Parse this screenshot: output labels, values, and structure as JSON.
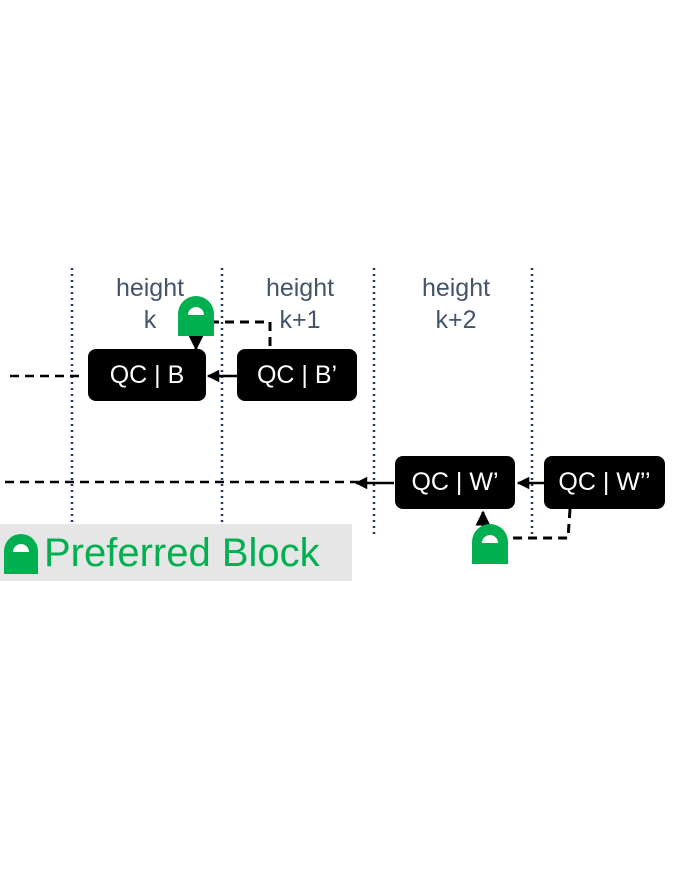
{
  "columns": [
    {
      "line1": "height",
      "line2": "k"
    },
    {
      "line1": "height",
      "line2": "k+1"
    },
    {
      "line1": "height",
      "line2": "k+2"
    }
  ],
  "blocks": {
    "b": "QC | B",
    "b_prime": "QC | B’",
    "w_prime": "QC | W’",
    "w_double_prime": "QC | W’’"
  },
  "legend": {
    "icon": "lock-icon",
    "label": "Preferred Block"
  },
  "colors": {
    "lock_green": "#00b050",
    "block_fill": "#000000",
    "block_text": "#ffffff",
    "column_divider": "#1f3864",
    "label_text": "#44546a",
    "legend_background": "#e6e6e6"
  }
}
